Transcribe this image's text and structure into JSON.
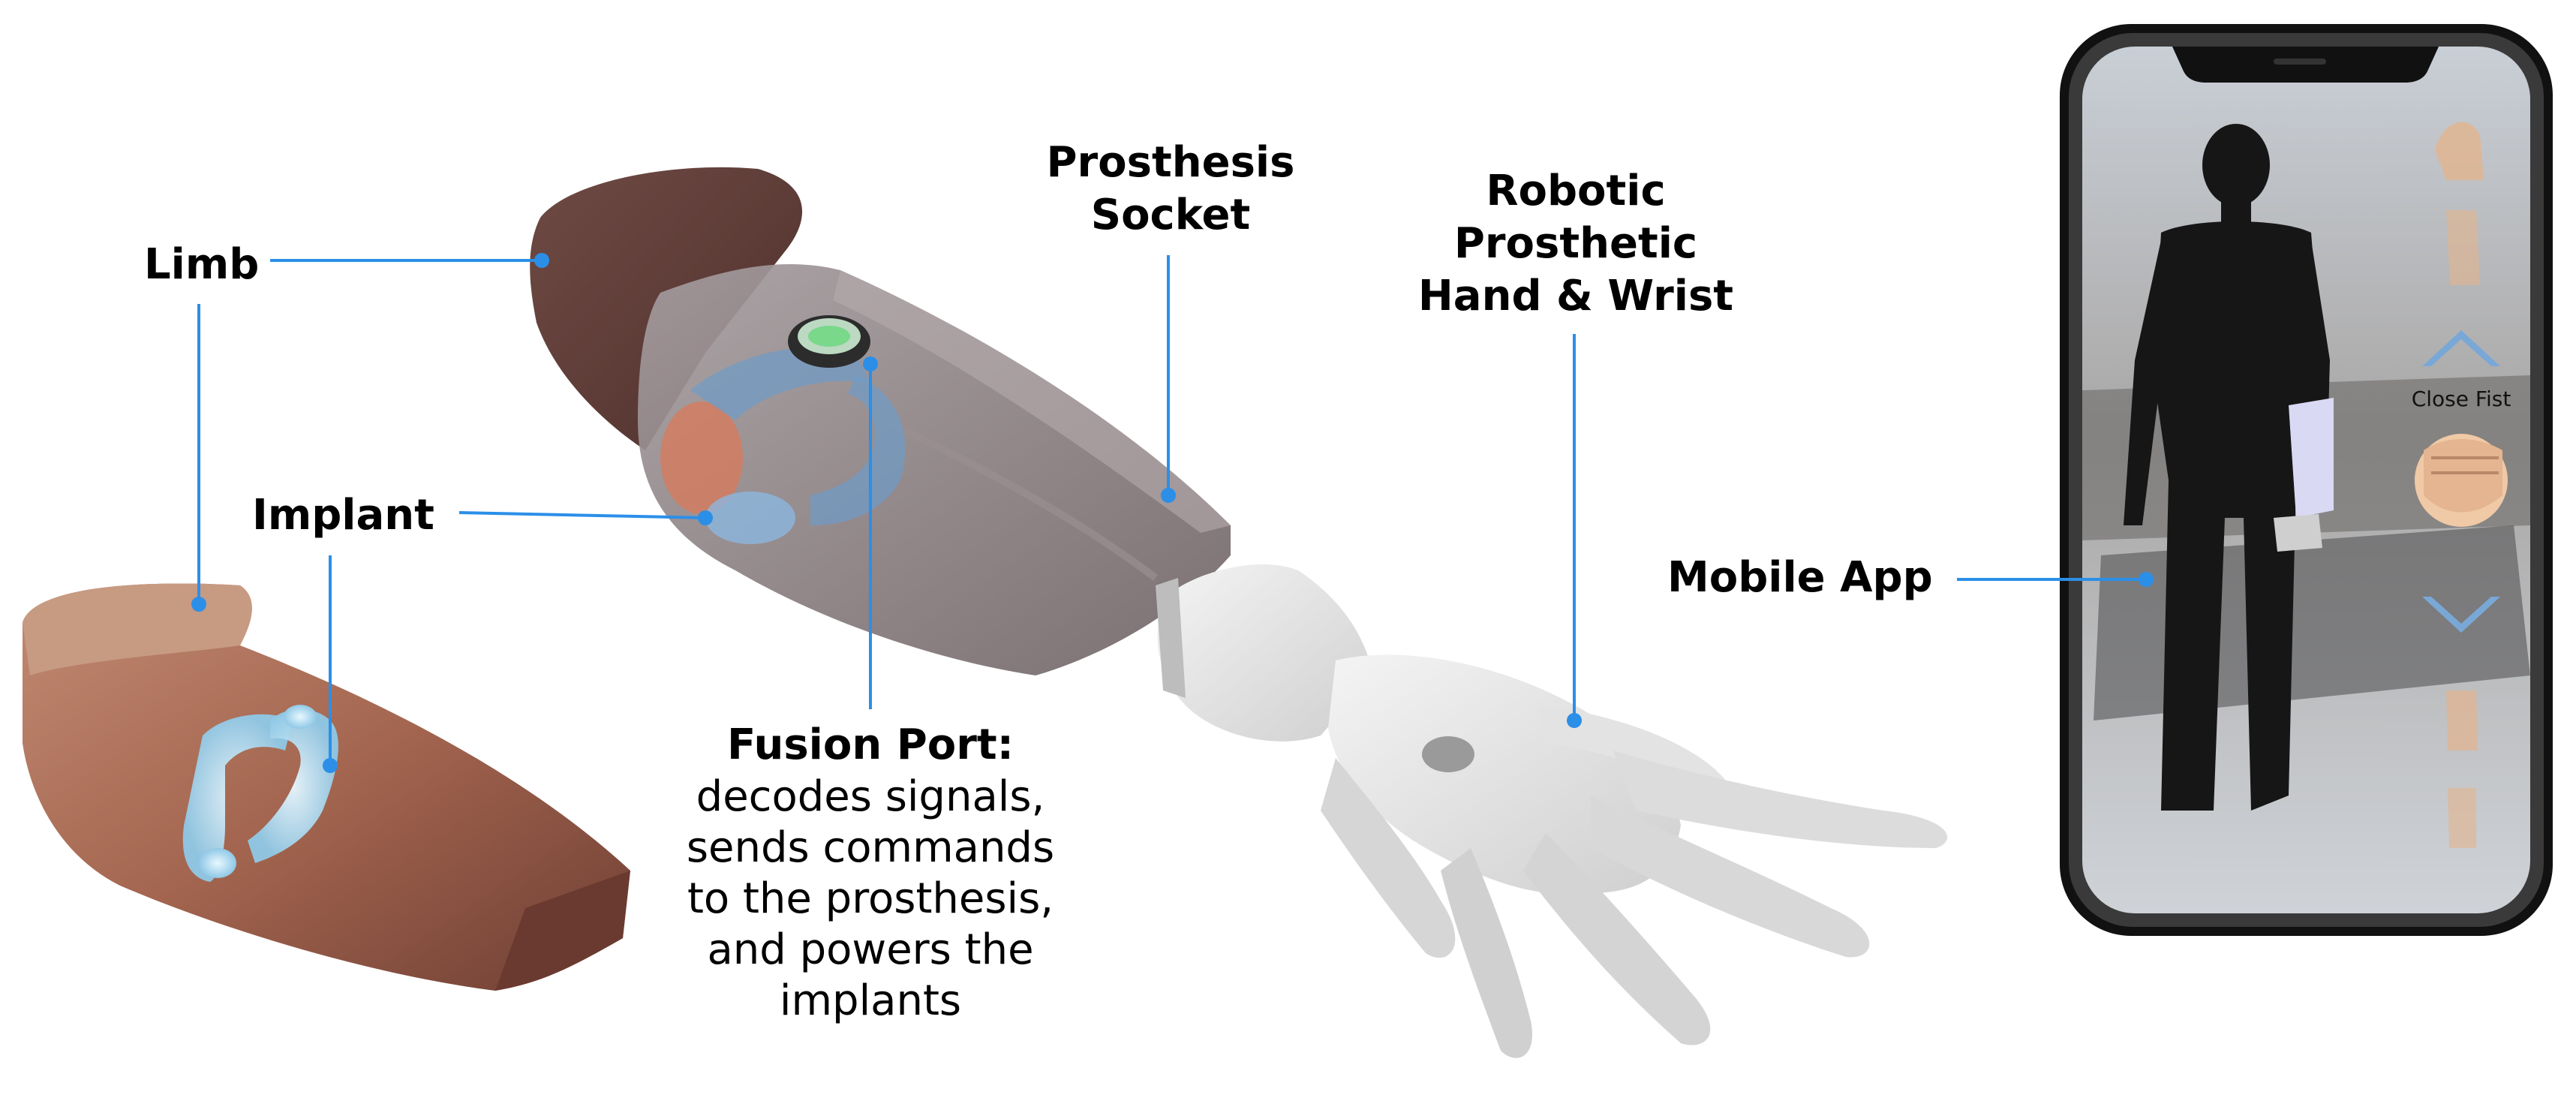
{
  "labels": {
    "limb": "Limb",
    "implant": "Implant",
    "prosthesis_socket_line1": "Prosthesis",
    "prosthesis_socket_line2": "Socket",
    "hand_line1": "Robotic",
    "hand_line2": "Prosthetic",
    "hand_line3": "Hand & Wrist",
    "fusion_title": "Fusion Port:",
    "fusion_line1": "decodes signals,",
    "fusion_line2": "sends commands",
    "fusion_line3": "to the prosthesis,",
    "fusion_line4": "and powers the",
    "fusion_line5": "implants",
    "mobile_app": "Mobile App"
  },
  "phone_app": {
    "gesture_label": "Close Fist"
  },
  "colors": {
    "leader_line": "#2b8fe8",
    "skin": "#9b5e4a",
    "socket": "#8a7c7c",
    "implant_glow": "#bfe4f2",
    "hand": "#e7e7e7",
    "phone_frame": "#1a1a1a"
  },
  "icons": [
    "chevron-up-icon",
    "chevron-down-icon",
    "fist-icon",
    "open-hand-icon"
  ]
}
